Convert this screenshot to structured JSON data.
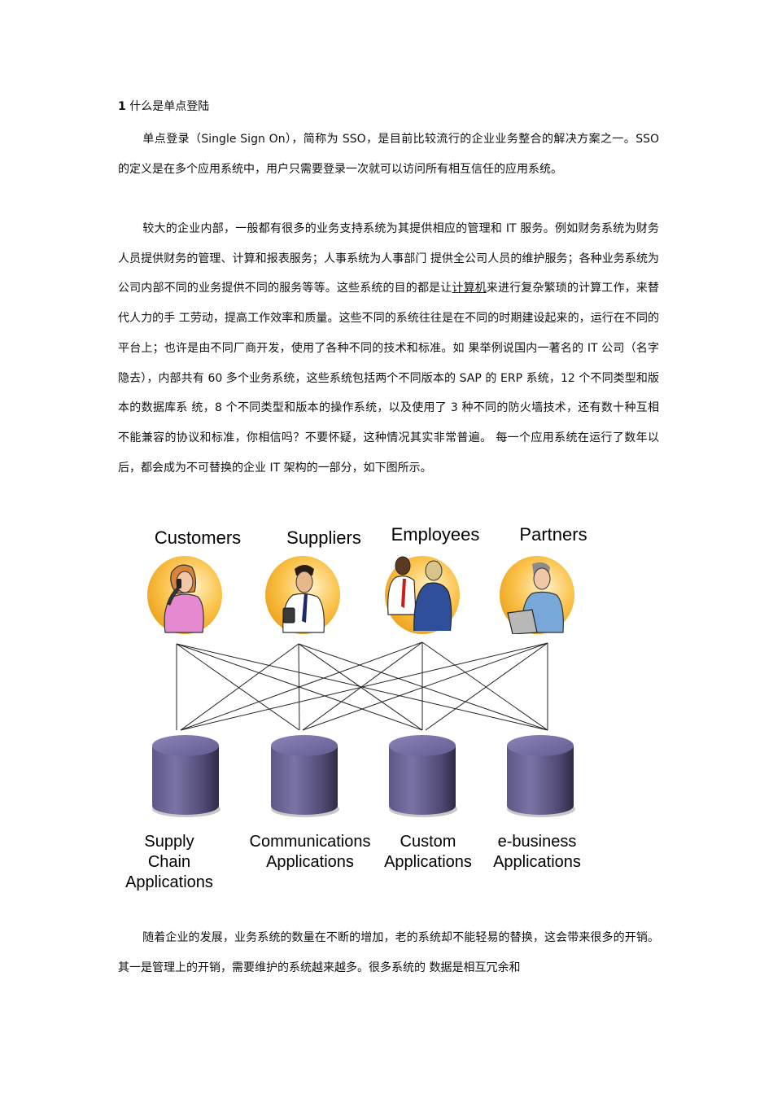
{
  "heading": {
    "number": "1",
    "title": "什么是单点登陆"
  },
  "paragraphs": {
    "p1": {
      "a": "单点登录（",
      "b": "Single Sign On",
      "c": "），简称为 ",
      "d": "SSO",
      "e": "，是目前比较流行的企业业务整合的解决方案之一。",
      "f": "SSO",
      "g": " 的定义是在多个应用系统中，用户只需要登录一次就可以访问所有相互信任的应用系统。"
    },
    "p2": {
      "a": "较大的企业内部，一般都有很多的业务支持系统为其提供相应的管理和 ",
      "b": "IT",
      "c": " 服务。例如财务系统为财务人员提供财务的管理、计算和报表服务；人事系统为人事部门 提供全公司人员的维护服务；各种业务系统为公司内部不同的业务提供不同的服务等等。这些系统的目的都是让",
      "link": "计算机",
      "d": "来进行复杂繁琐的计算工作，来替代人力的手 工劳动，提高工作效率和质量。这些不同的系统往往是在不同的时期建设起来的，运行在不同的平台上；也许是由不同厂商开发，使用了各种不同的技术和标准。如 果举例说国内一著名的 ",
      "e": "IT",
      "f": " 公司（名字隐去），内部共有 ",
      "g": "60",
      "h": " 多个业务系统，这些系统包括两个不同版本的 ",
      "i": "SAP",
      "j": " 的 ",
      "k": "ERP",
      "l": " 系统，",
      "m": "12",
      "n": " 个不同类型和版本的数据库系 统，",
      "o": "8",
      "p": " 个不同类型和版本的操作系统，以及使用了 ",
      "q": "3",
      "r": " 种不同的防火墙技术，还有数十种互相不能兼容的协议和标准，你相信吗？不要怀疑，这种情况其实非常普遍。 每一个应用系统在运行了数年以后，都会成为不可替换的企业 ",
      "s": "IT",
      "t": " 架构的一部分，如下图所示。"
    },
    "p3": {
      "text": "随着企业的发展，业务系统的数量在不断的增加，老的系统却不能轻易的替换，这会带来很多的开销。其一是管理上的开销，需要维护的系统越来越多。很多系统的 数据是相互冗余和"
    }
  },
  "diagram": {
    "user_groups": [
      {
        "label": "Customers",
        "icon": "woman-on-phone-icon"
      },
      {
        "label": "Suppliers",
        "icon": "man-with-notepad-icon"
      },
      {
        "label": "Employees",
        "icon": "handshake-icon"
      },
      {
        "label": "Partners",
        "icon": "man-with-laptop-icon"
      }
    ],
    "applications": [
      {
        "line1": "Supply",
        "line2": "Chain",
        "line3": "Applications",
        "icon": "database-cylinder-icon"
      },
      {
        "line1": "Communications",
        "line2": "Applications",
        "line3": "",
        "icon": "database-cylinder-icon"
      },
      {
        "line1": "Custom",
        "line2": "Applications",
        "line3": "",
        "icon": "database-cylinder-icon"
      },
      {
        "line1": "e-business",
        "line2": "Applications",
        "line3": "",
        "icon": "database-cylinder-icon"
      }
    ],
    "colors": {
      "circle": "#f5b335",
      "cylinder": "#6b6592",
      "lines": "#222222"
    }
  }
}
